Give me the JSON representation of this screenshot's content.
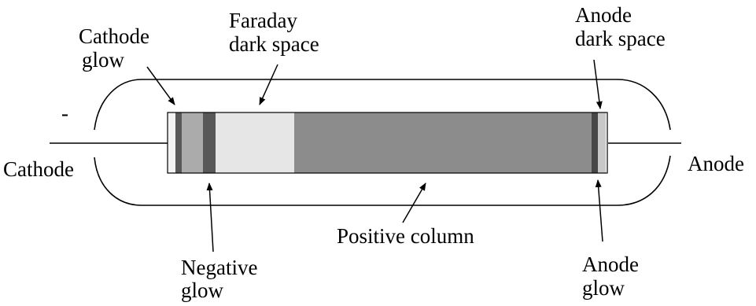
{
  "labels": {
    "cathode_glow": [
      "Cathode",
      "glow"
    ],
    "faraday_dark_space": [
      "Faraday",
      "dark space"
    ],
    "anode_dark_space": [
      "Anode",
      "dark space"
    ],
    "minus_sign": "-",
    "cathode": "Cathode",
    "anode": "Anode",
    "positive_column": "Positive column",
    "negative_glow": [
      "Negative",
      "glow"
    ],
    "anode_glow": [
      "Anode",
      "glow"
    ]
  },
  "colors": {
    "outline": "#000000",
    "cathode_edge": "#f2f2f2",
    "cathode_glow": "#585858",
    "cathode_dark_space": "#ababab",
    "negative_glow": "#585858",
    "faraday_dark_space": "#e6e6e6",
    "positive_column": "#8c8c8c",
    "anode_dark_space": "#464646",
    "anode_glow": "#c8c8c8"
  }
}
